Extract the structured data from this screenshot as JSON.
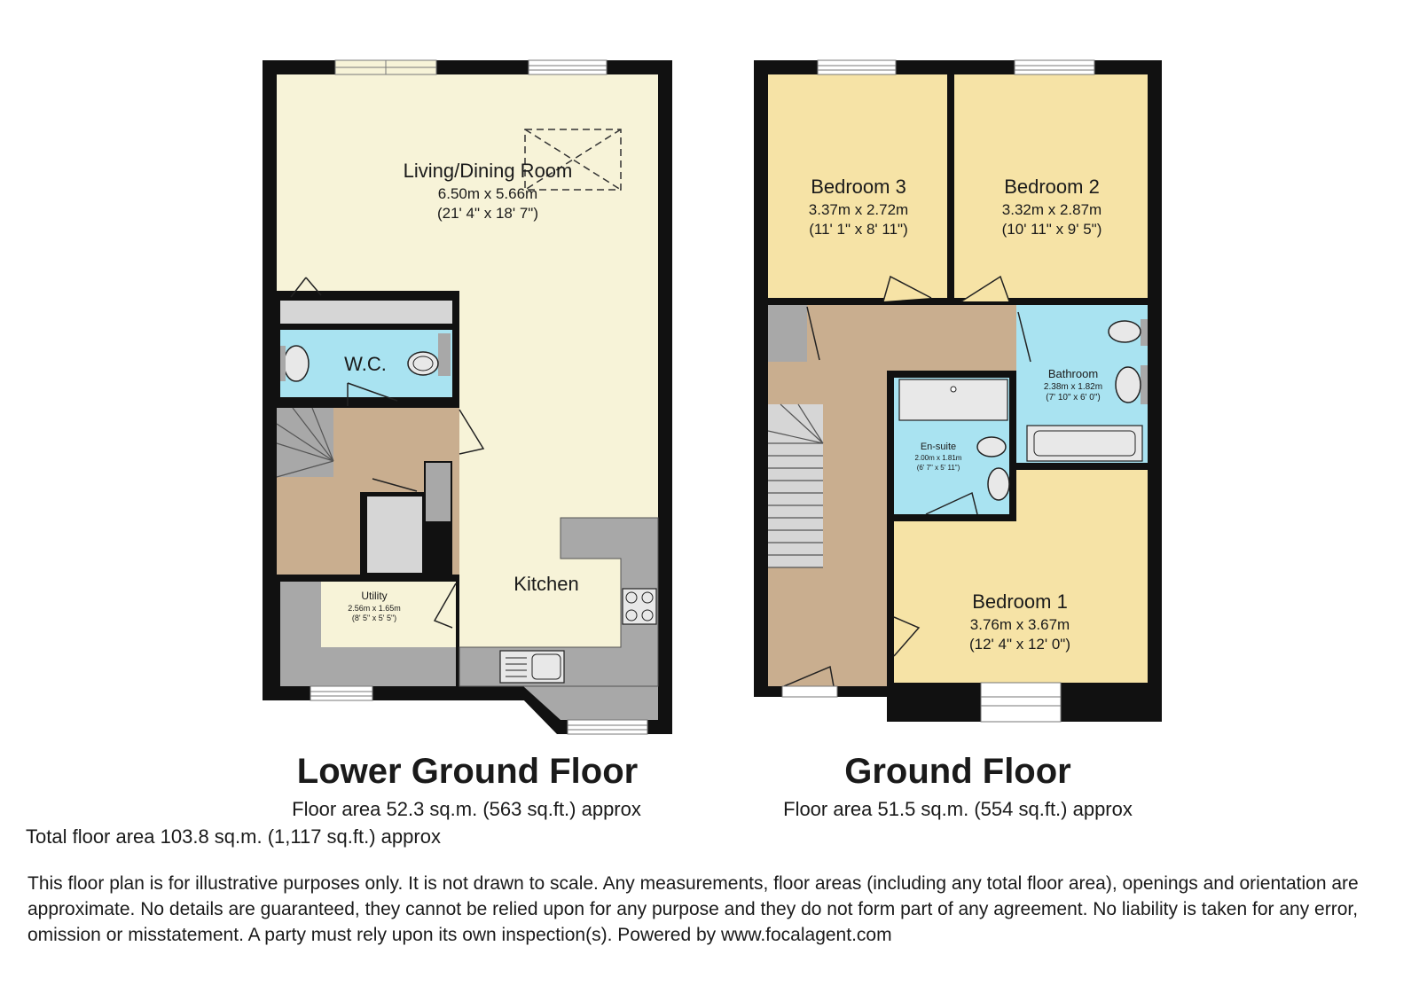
{
  "floors": [
    {
      "title": "Lower Ground Floor",
      "area": "Floor area 52.3 sq.m. (563 sq.ft.) approx",
      "rooms": [
        {
          "name": "Living/Dining Room",
          "metric": "6.50m x 5.66m",
          "imperial": "(21' 4\" x 18' 7\")"
        },
        {
          "name": "W.C.",
          "metric": "",
          "imperial": ""
        },
        {
          "name": "Kitchen",
          "metric": "",
          "imperial": ""
        },
        {
          "name": "Utility",
          "metric": "2.56m x 1.65m",
          "imperial": "(8' 5\" x 5' 5\")"
        }
      ]
    },
    {
      "title": "Ground Floor",
      "area": "Floor area 51.5 sq.m. (554 sq.ft.) approx",
      "rooms": [
        {
          "name": "Bedroom 3",
          "metric": "3.37m x 2.72m",
          "imperial": "(11' 1\" x 8' 11\")"
        },
        {
          "name": "Bedroom 2",
          "metric": "3.32m x 2.87m",
          "imperial": "(10' 11\" x 9' 5\")"
        },
        {
          "name": "Bathroom",
          "metric": "2.38m x 1.82m",
          "imperial": "(7' 10\" x 6' 0\")"
        },
        {
          "name": "En-suite",
          "metric": "2.00m x 1.81m",
          "imperial": "(6' 7\" x 5' 11\")"
        },
        {
          "name": "Bedroom 1",
          "metric": "3.76m x 3.67m",
          "imperial": "(12' 4\" x 12' 0\")"
        }
      ]
    }
  ],
  "total_area": "Total floor area 103.8 sq.m. (1,117 sq.ft.) approx",
  "disclaimer": "This floor plan is for illustrative purposes only. It is not drawn to scale. Any measurements, floor areas (including any total floor area), openings and orientation are approximate. No details are guaranteed, they cannot be relied upon for any purpose and they do not form part of any agreement. No liability is taken for any error, omission or misstatement. A party must rely upon its own inspection(s). Powered by www.focalagent.com",
  "colors": {
    "wall": "#111111",
    "living": "#f7f3d8",
    "bedroom": "#f6e3a6",
    "bathroom": "#a9e3f1",
    "hallway": "#c9ae8f",
    "fixture_gray": "#a8a8a8",
    "light_gray": "#d6d6d6",
    "window": "#ffffff"
  }
}
